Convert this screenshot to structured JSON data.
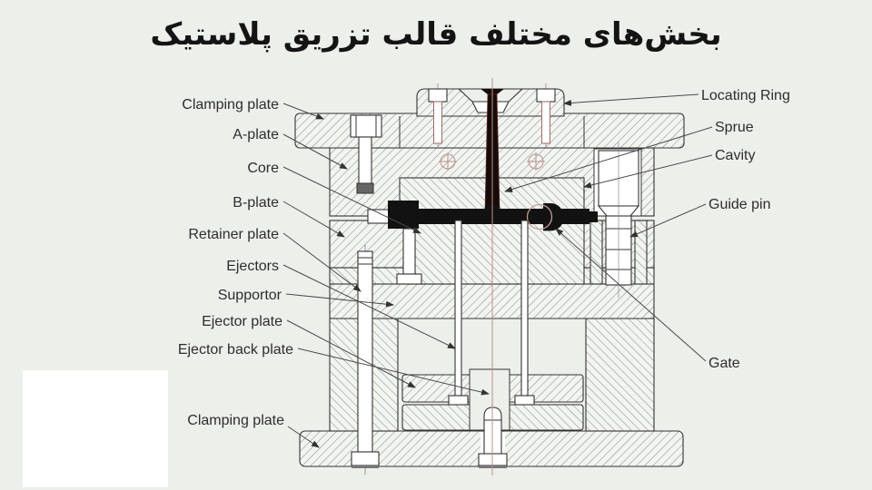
{
  "title": "بخش‌های مختلف قالب تزریق پلاستیک",
  "diagram": {
    "type": "injection-mold-cross-section",
    "labels_left": [
      {
        "text": "Clamping plate"
      },
      {
        "text": "A-plate"
      },
      {
        "text": "Core"
      },
      {
        "text": "B-plate"
      },
      {
        "text": "Retainer plate"
      },
      {
        "text": "Ejectors"
      },
      {
        "text": "Supportor"
      },
      {
        "text": "Ejector plate"
      },
      {
        "text": "Ejector back plate"
      },
      {
        "text": "Clamping plate"
      }
    ],
    "labels_right": [
      {
        "text": "Locating Ring"
      },
      {
        "text": "Sprue"
      },
      {
        "text": "Cavity"
      },
      {
        "text": "Guide pin"
      },
      {
        "text": "Gate"
      }
    ],
    "colors": {
      "background": "#edefeb",
      "outline": "#333333",
      "hatch": "#6a6a6a",
      "centerline": "#bd8f8b",
      "molded_part": "#121212",
      "label_text": "#2d2d2d"
    }
  }
}
